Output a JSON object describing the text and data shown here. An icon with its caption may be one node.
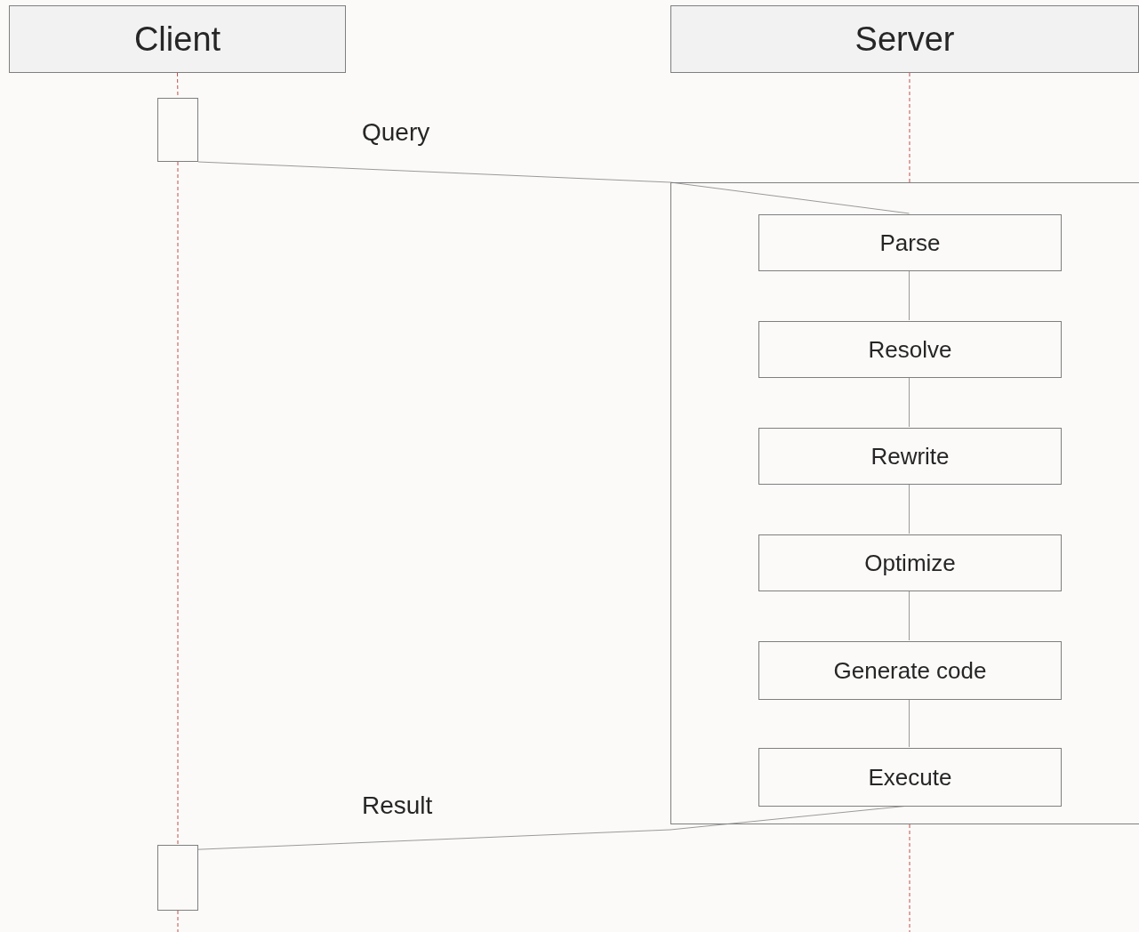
{
  "diagram": {
    "nodes": [
      {
        "text": [
          "Client"
        ]
      },
      {
        "text": [
          "Server"
        ]
      },
      {
        "text": [],
        "shape": "box"
      },
      {
        "text": [],
        "shape": "box"
      },
      {
        "text": [
          "Parse"
        ],
        "in": 3
      },
      {
        "text": [
          "Resolve"
        ],
        "in": 3
      },
      {
        "text": [
          "Rewrite"
        ],
        "in": 3
      },
      {
        "text": [
          "Optimize"
        ],
        "in": 3
      },
      {
        "text": [
          "Generate code"
        ],
        "in": 3
      },
      {
        "text": [
          "Execute"
        ],
        "in": 3
      },
      {
        "text": [],
        "shape": "box"
      }
    ],
    "edges": [
      {
        "from": 0,
        "to": 2,
        "arrow": "none",
        "style": "dashed",
        "color": "#c0504d"
      },
      {
        "from": 2,
        "to": 10,
        "arrow": "none",
        "style": "dashed",
        "color": "#c0504d"
      },
      {
        "from": 1,
        "to": 3,
        "arrow": "none",
        "style": "dashed",
        "color": "#c0504d"
      },
      {
        "from": 2,
        "to": 4,
        "arrow": "none",
        "label": "Query"
      },
      {
        "from": 4,
        "to": 5,
        "arrow": "none"
      },
      {
        "from": 5,
        "to": 6,
        "arrow": "none"
      },
      {
        "from": 6,
        "to": 7,
        "arrow": "none"
      },
      {
        "from": 7,
        "to": 8,
        "arrow": "none"
      },
      {
        "from": 8,
        "to": 9,
        "arrow": "none"
      },
      {
        "from": 9,
        "to": 10,
        "arrow": "none",
        "label": "Result"
      }
    ]
  }
}
